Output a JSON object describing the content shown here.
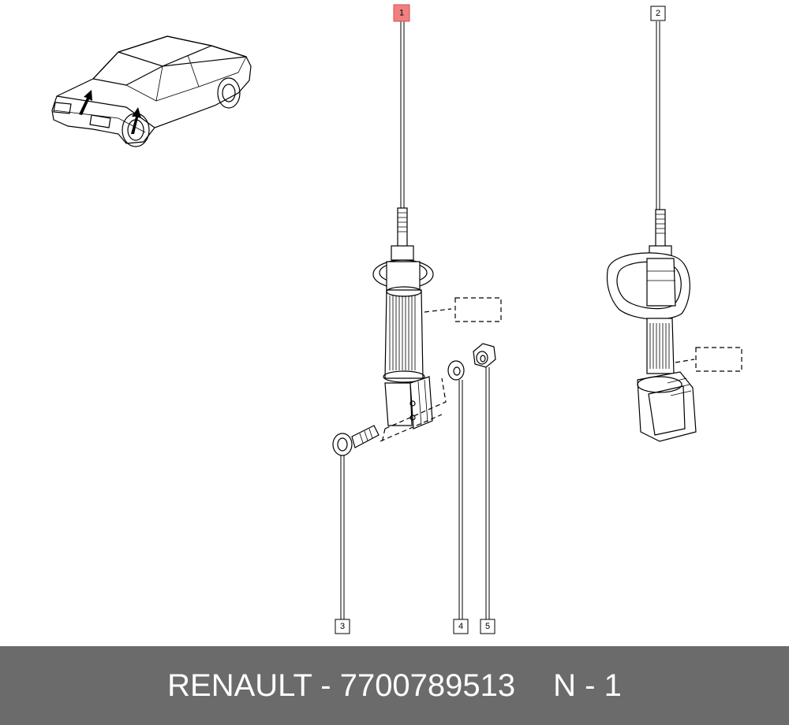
{
  "diagram": {
    "callouts": [
      {
        "id": "1",
        "label": "1",
        "highlighted": true
      },
      {
        "id": "2",
        "label": "2",
        "highlighted": false
      },
      {
        "id": "3",
        "label": "3",
        "highlighted": false
      },
      {
        "id": "4",
        "label": "4",
        "highlighted": false
      },
      {
        "id": "5",
        "label": "5",
        "highlighted": false
      }
    ],
    "highlight_color": "#f08080"
  },
  "footer": {
    "part_text": "RENAULT - 7700789513",
    "position_text": "N - 1",
    "background_color": "#6b6b6b",
    "text_color": "#ffffff"
  }
}
